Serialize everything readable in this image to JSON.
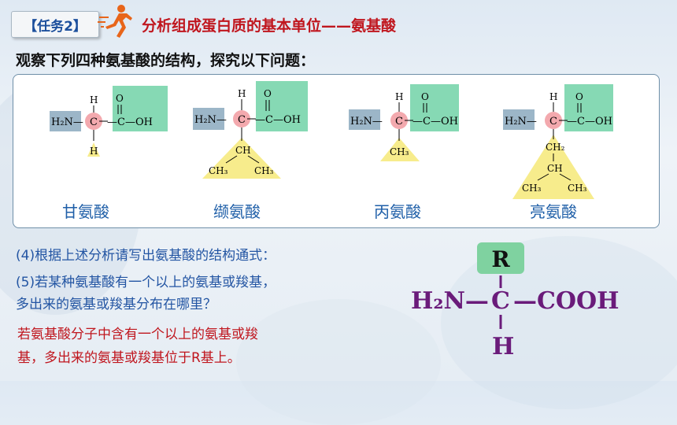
{
  "header": {
    "task_label": "【任务2】",
    "title": "分析组成蛋白质的基本单位——氨基酸",
    "subtitle": "观察下列四种氨基酸的结构，探究以下问题："
  },
  "chem": {
    "amino": "H₂N—",
    "carbon": "C",
    "carboxyl_c": "—C—OH",
    "oxygen": "O",
    "hydrogen": "H",
    "ch3": "CH₃",
    "ch": "CH",
    "ch2": "CH₂"
  },
  "molecules": [
    {
      "name": "甘氨酸"
    },
    {
      "name": "缬氨酸"
    },
    {
      "name": "丙氨酸"
    },
    {
      "name": "亮氨酸"
    }
  ],
  "questions": {
    "q4": "(4)根据上述分析请写出氨基酸的结构通式：",
    "q5_line1": "(5)若某种氨基酸有一个以上的氨基或羧基，",
    "q5_line2": "多出来的氨基或羧基分布在哪里？"
  },
  "answer": {
    "line1": "若氨基酸分子中含有一个以上的氨基或羧",
    "line2": "基，多出来的氨基或羧基位于R基上。"
  },
  "general_formula": {
    "r_group": "R",
    "amino": "H₂N—",
    "carbon": "C",
    "carboxyl": "—COOH",
    "hydrogen": "H"
  },
  "colors": {
    "title_red": "#c0161e",
    "name_blue": "#1f5fa8",
    "formula_purple": "#6a1b7a",
    "amino_box": "#9cb6c8",
    "carboxyl_box": "#86d9b4",
    "alpha_carbon": "#f3a9ae",
    "r_group_yellow": "#f7ec8c",
    "r_box_green": "#7fd2a0"
  }
}
